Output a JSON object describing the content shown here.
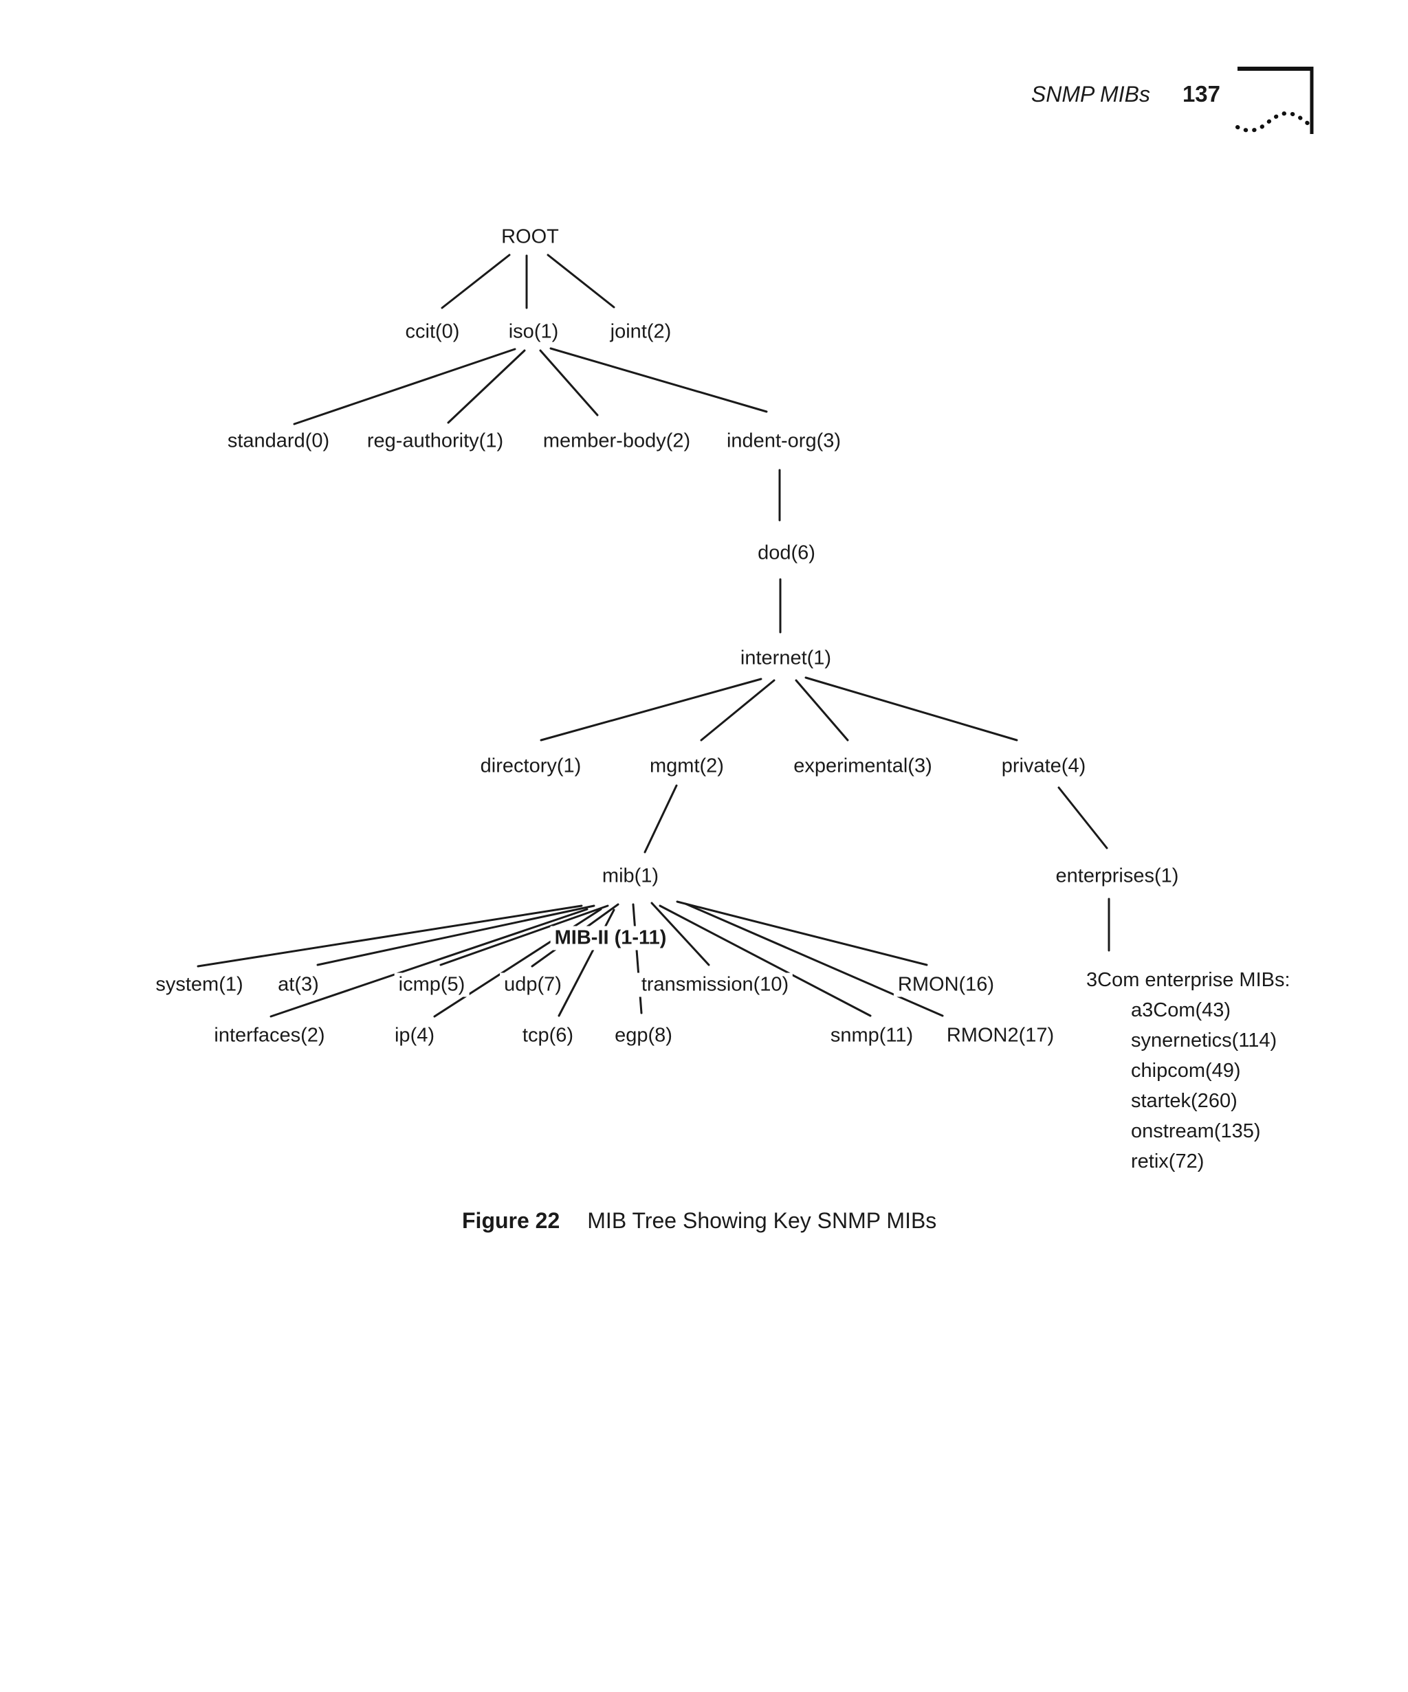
{
  "page": {
    "header": {
      "section_title": "SNMP MIBs",
      "page_number": "137"
    },
    "caption": {
      "label": "Figure 22",
      "text": "MIB Tree Showing Key SNMP MIBs"
    }
  },
  "tree": {
    "nodes": {
      "root": "ROOT",
      "ccit": "ccit(0)",
      "iso": "iso(1)",
      "joint": "joint(2)",
      "standard": "standard(0)",
      "reg_authority": "reg-authority(1)",
      "member_body": "member-body(2)",
      "indent_org": "indent-org(3)",
      "dod": "dod(6)",
      "internet": "internet(1)",
      "directory": "directory(1)",
      "mgmt": "mgmt(2)",
      "experimental": "experimental(3)",
      "private": "private(4)",
      "mib": "mib(1)",
      "enterprises": "enterprises(1)",
      "mib2_range": "MIB-II (1-11)",
      "system": "system(1)",
      "interfaces": "interfaces(2)",
      "at": "at(3)",
      "ip": "ip(4)",
      "icmp": "icmp(5)",
      "tcp": "tcp(6)",
      "udp": "udp(7)",
      "egp": "egp(8)",
      "transmission": "transmission(10)",
      "snmp": "snmp(11)",
      "rmon": "RMON(16)",
      "rmon2": "RMON2(17)"
    },
    "enterprise_list": {
      "heading": "3Com enterprise MIBs:",
      "items": [
        "a3Com(43)",
        "synernetics(114)",
        "chipcom(49)",
        "startek(260)",
        "onstream(135)",
        "retix(72)"
      ]
    }
  },
  "colors": {
    "ink": "#1a1a1a"
  }
}
